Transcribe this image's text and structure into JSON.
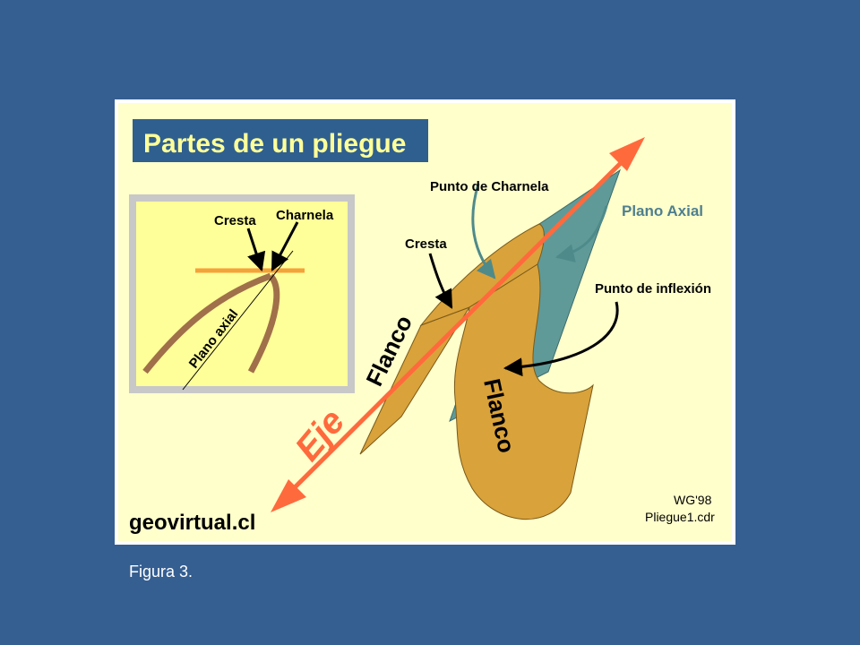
{
  "title": "Partes de un pliegue",
  "inset": {
    "cresta_label": "Cresta",
    "charnela_label": "Charnela",
    "plano_axial_label": "Plano axial"
  },
  "labels": {
    "punto_charnela": "Punto de Charnela",
    "plano_axial": "Plano Axial",
    "cresta": "Cresta",
    "punto_inflexion": "Punto de inflexión",
    "flanco_left": "Flanco",
    "flanco_right": "Flanco",
    "eje": "Eje"
  },
  "credit": {
    "site": "geovirtual.cl",
    "author": "WG'98",
    "file": "Pliegue1.cdr"
  },
  "caption": "Figura 3.",
  "colors": {
    "background": "#355e91",
    "panel": "#ffffcc",
    "title_box": "#2f5f8f",
    "fold_surface": "#d9a23a",
    "axial_plane": "#5f9a98",
    "axis_arrow": "#ff6a3d",
    "inset_bg": "#ffff99",
    "inset_frame": "#c8c8c8",
    "inset_layer": "#a0704a"
  }
}
